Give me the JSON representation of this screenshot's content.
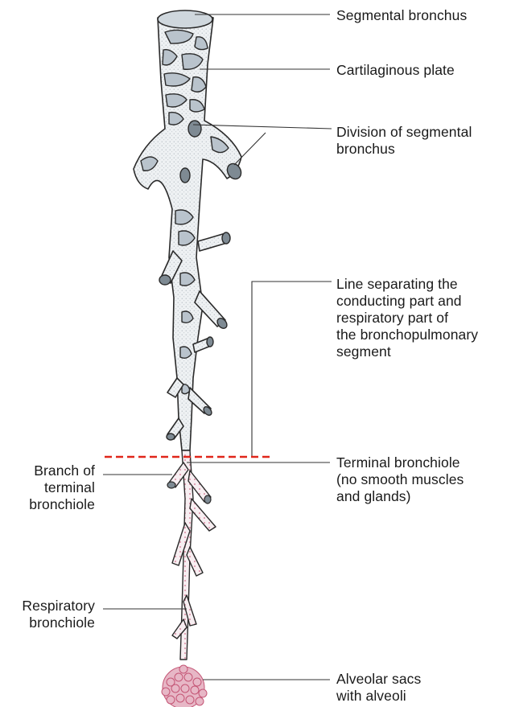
{
  "colors": {
    "tube_fill": "#e8ecef",
    "cartilage_fill": "#b9c3cc",
    "outline": "#2a2a2a",
    "leader": "#333333",
    "separator": "#e0261a",
    "alveoli": "#e7b7c6",
    "alveoli_outline": "#c45575"
  },
  "labels": {
    "segmental_bronchus": "Segmental bronchus",
    "cartilaginous_plate": "Cartilaginous plate",
    "division": "Division of segmental\nbronchus",
    "separator_line": "Line separating the\nconducting part and\nrespiratory part of\nthe bronchopulmonary\nsegment",
    "terminal_bronchiole": "Terminal bronchiole\n(no smooth muscles\nand glands)",
    "branch_terminal": "Branch of\nterminal\nbronchiole",
    "respiratory_bronchiole": "Respiratory\nbronchiole",
    "alveolar_sacs": "Alveolar sacs\nwith alveoli"
  }
}
